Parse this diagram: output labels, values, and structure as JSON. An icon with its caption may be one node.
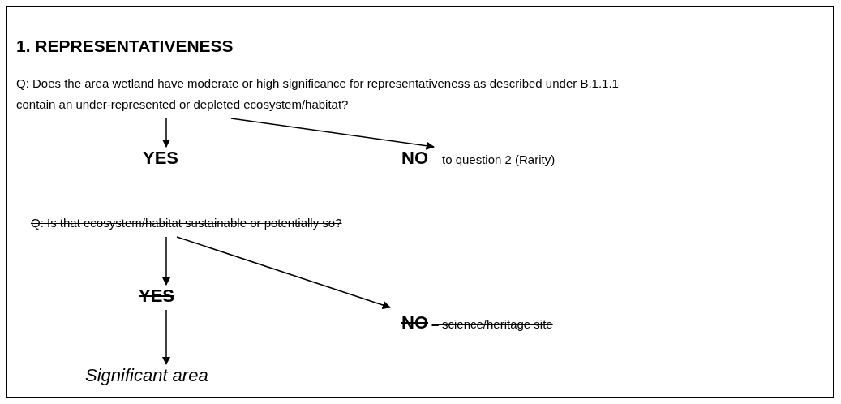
{
  "diagram": {
    "title": "1. REPRESENTATIVENESS",
    "nodes": [
      {
        "text": [
          "Q: Does the area wetland have moderate or high significance for representativeness as described under B.1.1.1 contain an under-represented or depleted ecosystem/habitat?"
        ]
      },
      {
        "text": [
          "YES"
        ]
      },
      {
        "text": [
          "NO"
        ],
        "beside": [
          "– to question 2 (Rarity)"
        ]
      },
      {
        "text": [
          "Q: Is that ecosystem/habitat sustainable or potentially so?"
        ]
      },
      {
        "text": [
          "YES"
        ]
      },
      {
        "text": [
          "NO"
        ],
        "beside": [
          "– science/heritage site"
        ]
      },
      {
        "text": [
          "Significant area"
        ]
      }
    ],
    "edges": [
      {
        "from": 0,
        "to": 1,
        "arrow": "to"
      },
      {
        "from": 0,
        "to": 2,
        "arrow": "to"
      },
      {
        "from": 3,
        "to": 4,
        "arrow": "to"
      },
      {
        "from": 3,
        "to": 5,
        "arrow": "to"
      },
      {
        "from": 4,
        "to": 6,
        "arrow": "to"
      }
    ]
  }
}
